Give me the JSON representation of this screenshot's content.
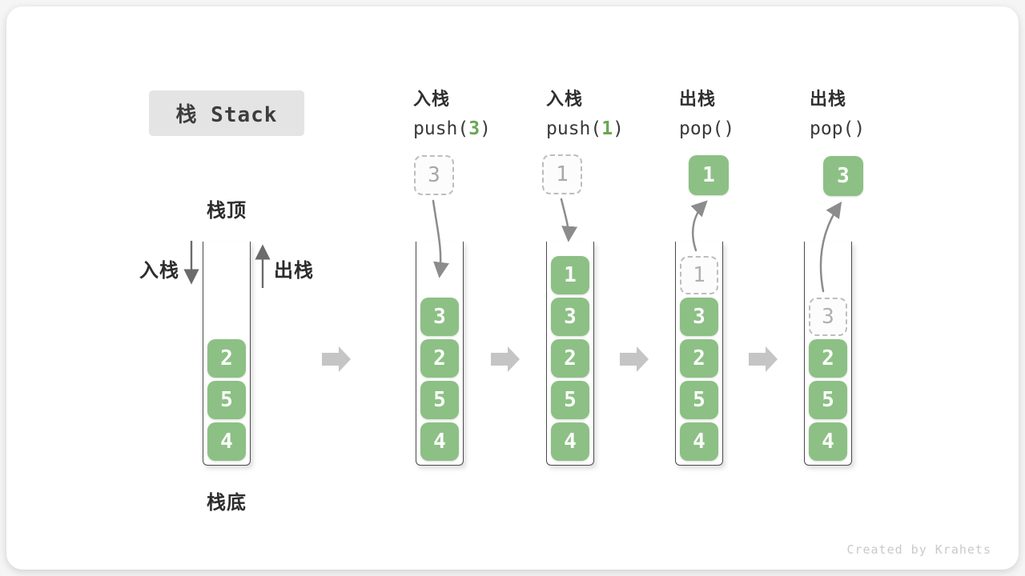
{
  "title": {
    "text": "栈 Stack"
  },
  "labels": {
    "stack_top": "栈顶",
    "stack_bottom": "栈底",
    "push_side": "入栈",
    "pop_side": "出栈"
  },
  "operations": [
    {
      "cn": "入栈",
      "code_pre": "push(",
      "code_arg": "3",
      "code_post": ")"
    },
    {
      "cn": "入栈",
      "code_pre": "push(",
      "code_arg": "1",
      "code_post": ")"
    },
    {
      "cn": "出栈",
      "code_pre": "pop(",
      "code_arg": "",
      "code_post": ")"
    },
    {
      "cn": "出栈",
      "code_pre": "pop(",
      "code_arg": "",
      "code_post": ")"
    }
  ],
  "stacks": [
    {
      "blocks": [
        "2",
        "5",
        "4"
      ]
    },
    {
      "blocks": [
        "3",
        "2",
        "5",
        "4"
      ],
      "floating": {
        "type": "dashed",
        "value": "3"
      }
    },
    {
      "blocks": [
        "1",
        "3",
        "2",
        "5",
        "4"
      ],
      "floating": {
        "type": "dashed",
        "value": "1"
      }
    },
    {
      "ghost_top": "1",
      "blocks": [
        "3",
        "2",
        "5",
        "4"
      ],
      "floating": {
        "type": "solid",
        "value": "1"
      }
    },
    {
      "ghost_top": "3",
      "blocks": [
        "2",
        "5",
        "4"
      ],
      "floating": {
        "type": "solid",
        "value": "3"
      }
    }
  ],
  "watermark": "Created by Krahets",
  "colors": {
    "block_green": "#8cc084",
    "code_green": "#68a657",
    "container_stroke": "#4a4a4a",
    "curved_arrow": "#8c8c8c",
    "straight_arrow": "#6b6b6b",
    "step_arrow": "#c5c5c5",
    "title_bg": "#e4e4e4",
    "ghost_border": "#bdbdbd",
    "watermark": "#c9c9c9"
  }
}
